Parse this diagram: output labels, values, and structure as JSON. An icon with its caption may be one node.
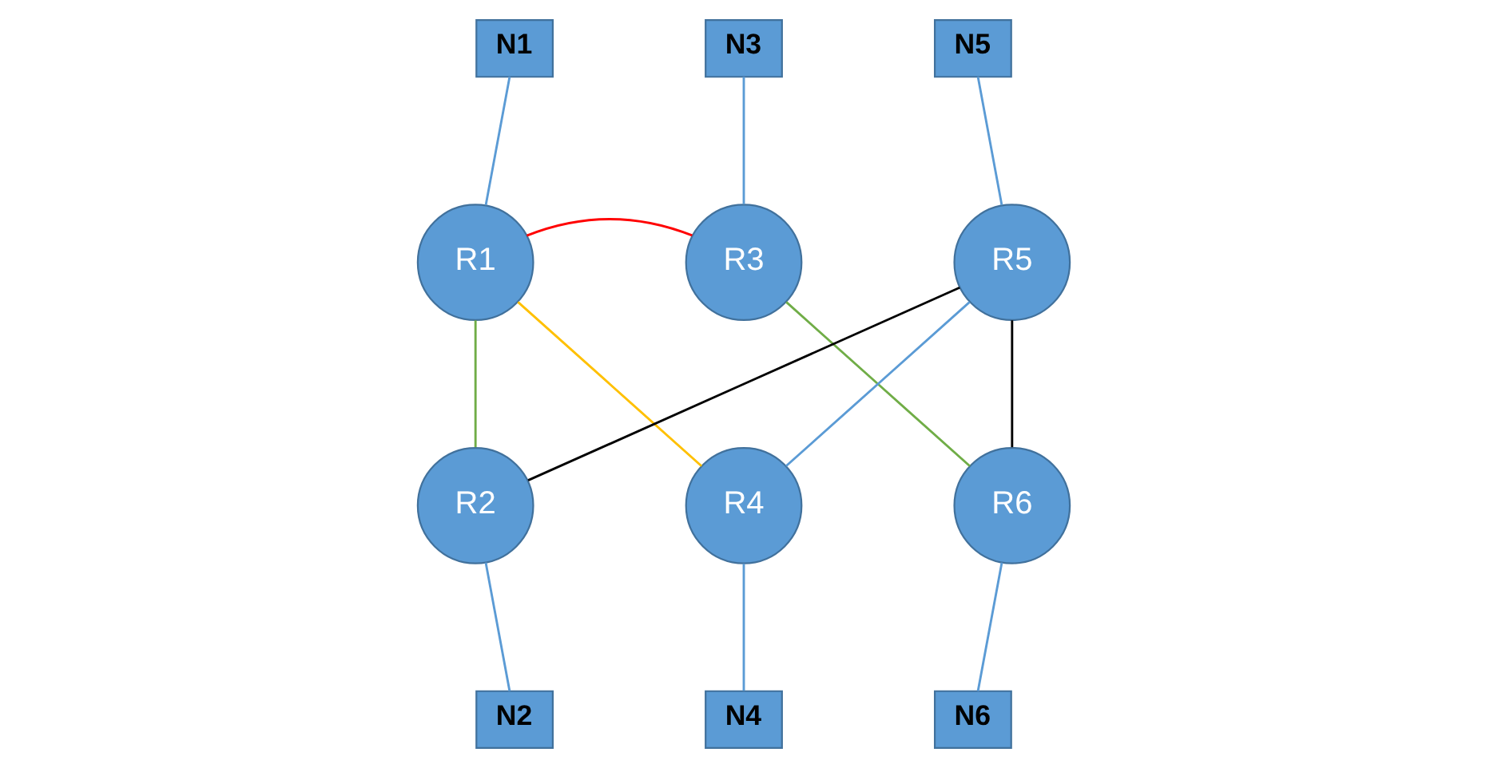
{
  "diagram": {
    "nodes": [
      {
        "text": [
          "N3"
        ]
      },
      {
        "text": [
          "N1"
        ]
      },
      {
        "text": [
          "N5"
        ]
      },
      {
        "text": [
          "R1"
        ]
      },
      {
        "text": [
          "R3"
        ]
      },
      {
        "text": [
          "R5"
        ]
      },
      {
        "text": [
          "R2"
        ]
      },
      {
        "text": [
          "R4"
        ]
      },
      {
        "text": [
          "R6"
        ]
      },
      {
        "text": [
          "N2"
        ]
      },
      {
        "text": [
          "N6"
        ]
      },
      {
        "text": [
          "N4"
        ]
      }
    ],
    "edges": [
      {
        "from": 0,
        "to": 4,
        "arrow": "none"
      },
      {
        "from": 1,
        "to": 3,
        "arrow": "none"
      },
      {
        "from": 2,
        "to": 5,
        "arrow": "none"
      },
      {
        "from": 3,
        "to": 4,
        "arrow": "none",
        "color": "#ff0000"
      },
      {
        "from": 3,
        "to": 6,
        "arrow": "none",
        "color": "#70ad47"
      },
      {
        "from": 3,
        "to": 7,
        "arrow": "none",
        "color": "#ffc000"
      },
      {
        "from": 4,
        "to": 8,
        "arrow": "none",
        "color": "#70ad47"
      },
      {
        "from": 5,
        "to": 6,
        "arrow": "none",
        "color": "#000000"
      },
      {
        "from": 5,
        "to": 7,
        "arrow": "none"
      },
      {
        "from": 5,
        "to": 8,
        "arrow": "none",
        "color": "#000000"
      },
      {
        "from": 6,
        "to": 9,
        "arrow": "none"
      },
      {
        "from": 8,
        "to": 10,
        "arrow": "none"
      },
      {
        "from": 7,
        "to": 11,
        "arrow": "none"
      }
    ]
  }
}
